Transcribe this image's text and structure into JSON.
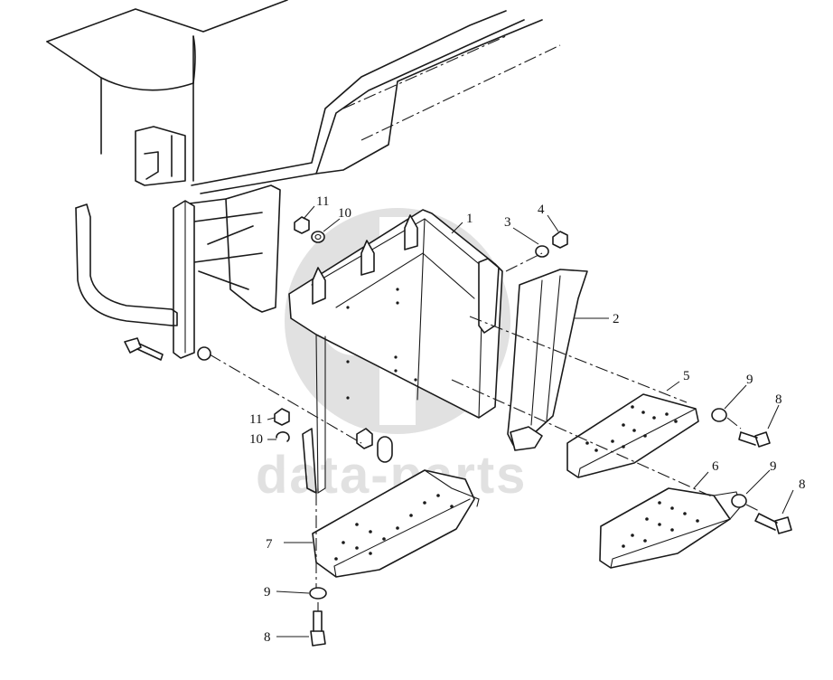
{
  "watermark": {
    "text": "data-parts",
    "color": "#c9c9c9"
  },
  "callouts": [
    {
      "id": "c1",
      "text": "1"
    },
    {
      "id": "c2",
      "text": "2"
    },
    {
      "id": "c3",
      "text": "3"
    },
    {
      "id": "c4",
      "text": "4"
    },
    {
      "id": "c5",
      "text": "5"
    },
    {
      "id": "c6",
      "text": "6"
    },
    {
      "id": "c7",
      "text": "7"
    },
    {
      "id": "c8a",
      "text": "8"
    },
    {
      "id": "c8b",
      "text": "8"
    },
    {
      "id": "c8c",
      "text": "8"
    },
    {
      "id": "c9a",
      "text": "9"
    },
    {
      "id": "c9b",
      "text": "9"
    },
    {
      "id": "c9c",
      "text": "9"
    },
    {
      "id": "c10a",
      "text": "10"
    },
    {
      "id": "c10b",
      "text": "10"
    },
    {
      "id": "c11a",
      "text": "11"
    },
    {
      "id": "c11b",
      "text": "11"
    }
  ]
}
